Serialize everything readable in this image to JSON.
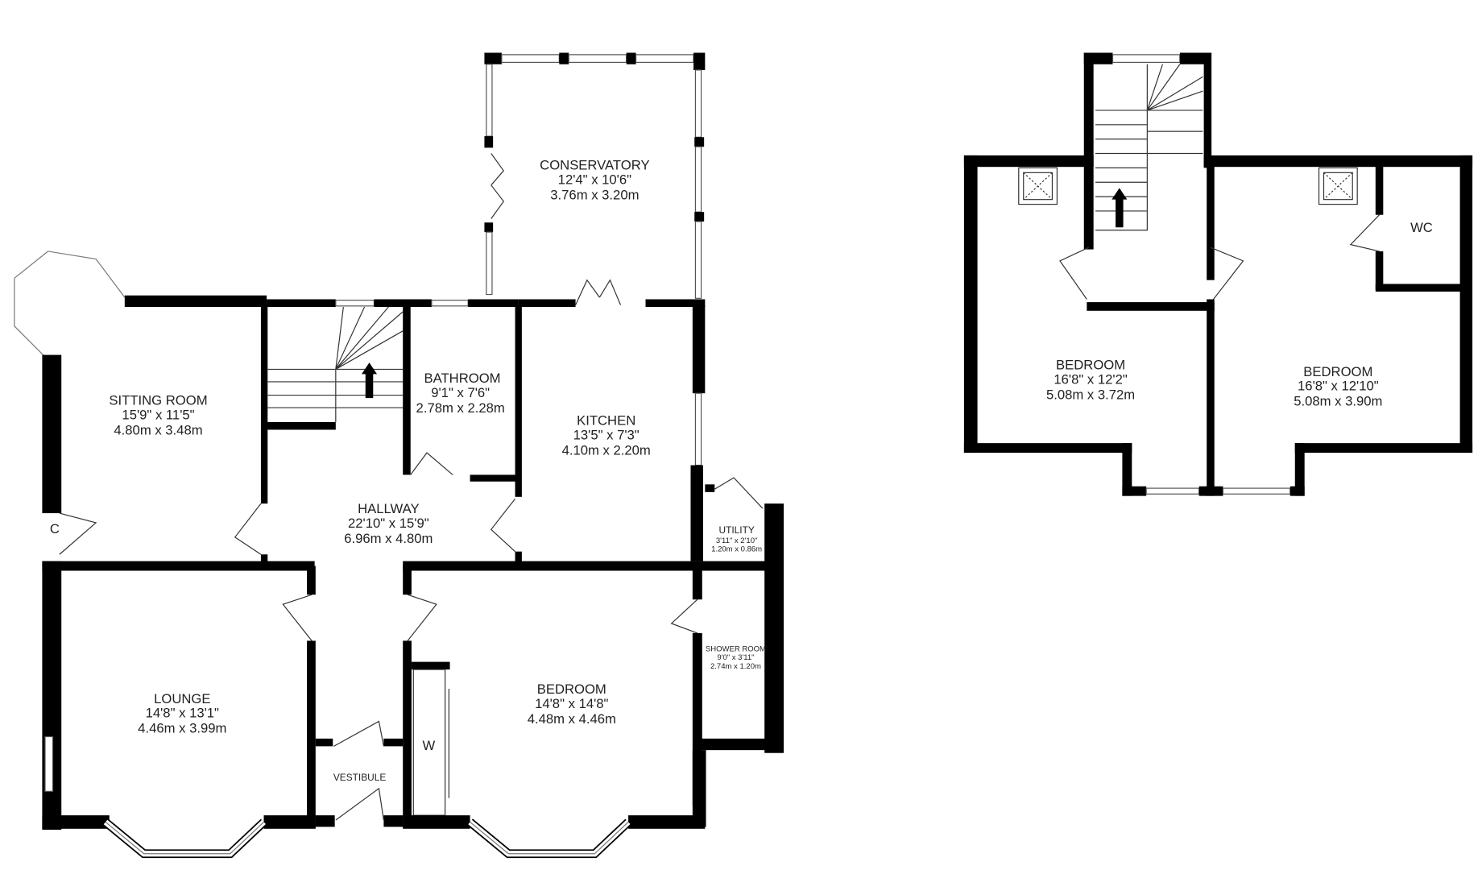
{
  "ground_floor": {
    "rooms": [
      {
        "id": "conservatory",
        "name": "CONSERVATORY",
        "imperial": "12'4\"  x 10'6\"",
        "metric": "3.76m  x 3.20m"
      },
      {
        "id": "sitting-room",
        "name": "SITTING ROOM",
        "imperial": "15'9\"  x 11'5\"",
        "metric": "4.80m  x 3.48m"
      },
      {
        "id": "bathroom",
        "name": "BATHROOM",
        "imperial": "9'1\"  x 7'6\"",
        "metric": "2.78m  x 2.28m"
      },
      {
        "id": "kitchen",
        "name": "KITCHEN",
        "imperial": "13'5\"  x 7'3\"",
        "metric": "4.10m  x 2.20m"
      },
      {
        "id": "hallway",
        "name": "HALLWAY",
        "imperial": "22'10\"  x 15'9\"",
        "metric": "6.96m  x 4.80m"
      },
      {
        "id": "utility",
        "name": "UTILITY",
        "imperial": "3'11\"  x 2'10\"",
        "metric": "1.20m  x 0.86m"
      },
      {
        "id": "lounge",
        "name": "LOUNGE",
        "imperial": "14'8\"  x 13'1\"",
        "metric": "4.46m  x 3.99m"
      },
      {
        "id": "bedroom",
        "name": "BEDROOM",
        "imperial": "14'8\"  x 14'8\"",
        "metric": "4.48m  x 4.46m"
      },
      {
        "id": "shower-room",
        "name": "SHOWER ROOM",
        "imperial": "9'0\"  x 3'11\"",
        "metric": "2.74m  x 1.20m"
      },
      {
        "id": "vestibule",
        "name": "VESTIBULE"
      }
    ],
    "cupboard_label": "C",
    "wardrobe_label": "W"
  },
  "upper_floor": {
    "rooms": [
      {
        "id": "bedroom-left",
        "name": "BEDROOM",
        "imperial": "16'8\"  x 12'2\"",
        "metric": "5.08m  x 3.72m"
      },
      {
        "id": "bedroom-right",
        "name": "BEDROOM",
        "imperial": "16'8\"  x 12'10\"",
        "metric": "5.08m  x 3.90m"
      },
      {
        "id": "wc",
        "name": "WC"
      }
    ]
  }
}
